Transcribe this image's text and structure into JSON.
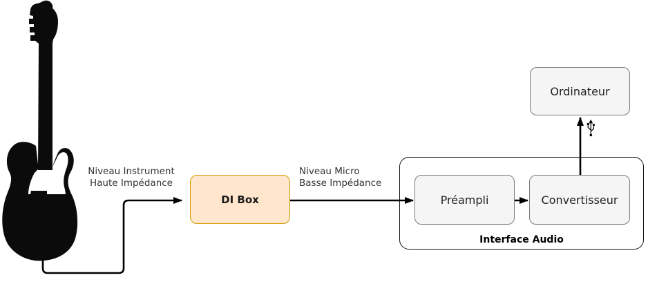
{
  "diagram": {
    "type": "audio-signal-flow",
    "guitar": {
      "name": "electric-guitar-silhouette",
      "color": "#0b0b0b"
    },
    "nodes": {
      "di_box": {
        "label": "DI Box",
        "fill": "#FFE6CC",
        "border": "#D79B00"
      },
      "preampli": {
        "label": "Préampli",
        "fill": "#F5F5F5",
        "border": "#7a7a7a"
      },
      "convertisseur": {
        "label": "Convertisseur",
        "fill": "#F5F5F5",
        "border": "#7a7a7a"
      },
      "ordinateur": {
        "label": "Ordinateur",
        "fill": "#F5F5F5",
        "border": "#7a7a7a"
      },
      "interface_audio": {
        "label": "Interface Audio",
        "fill": "#FFFFFF",
        "border": "#111111"
      }
    },
    "edge_labels": {
      "guitar_to_dibox": {
        "line1": "Niveau Instrument",
        "line2": "Haute Impédance"
      },
      "dibox_to_interface": {
        "line1": "Niveau Micro",
        "line2": "Basse Impédance"
      }
    },
    "icons": {
      "usb": "usb-trident-icon"
    },
    "line_color": "#000000"
  }
}
